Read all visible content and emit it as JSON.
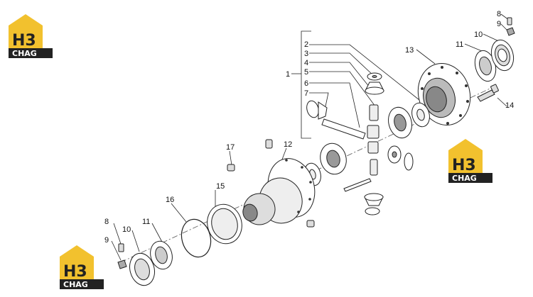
{
  "logo": {
    "mark": "H3",
    "word": "CHAG",
    "colors": {
      "gold": "#f2c12e",
      "dark": "#222222",
      "white": "#ffffff"
    }
  },
  "callouts": [
    "1",
    "2",
    "3",
    "4",
    "5",
    "6",
    "7",
    "8",
    "9",
    "10",
    "11",
    "13",
    "14",
    "12",
    "17",
    "16",
    "15",
    "8",
    "9",
    "10",
    "11"
  ],
  "colors": {
    "line": "#222222",
    "bg": "#ffffff"
  }
}
